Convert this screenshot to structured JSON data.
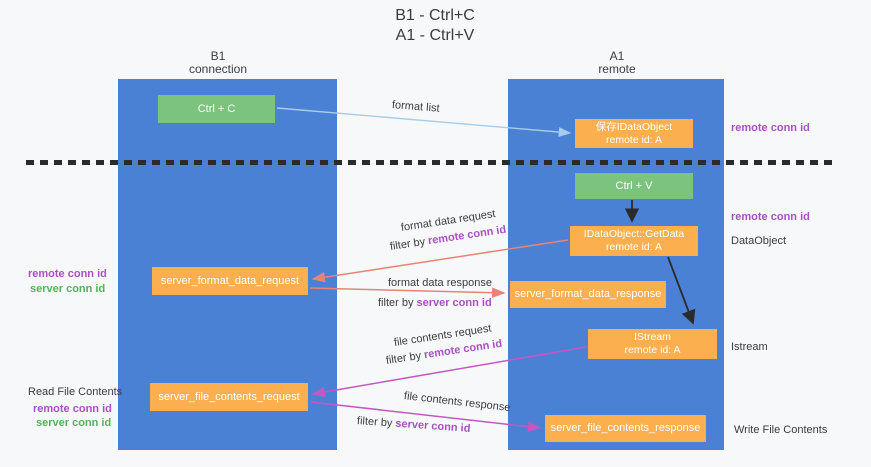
{
  "title": {
    "line1": "B1 - Ctrl+C",
    "line2": "A1 - Ctrl+V"
  },
  "lanes": {
    "left_name": "B1",
    "left_role": "connection",
    "right_name": "A1",
    "right_role": "remote"
  },
  "boxes": {
    "ctrl_c": "Ctrl + C",
    "ctrl_v": "Ctrl + V",
    "save_obj_l1": "保存IDataObject",
    "save_obj_l2": "remote id: A",
    "getdata_l1": "IDataObject::GetData",
    "getdata_l2": "remote id: A",
    "istream_l1": "IStream",
    "istream_l2": "remote id: A",
    "format_request": "server_format_data_request",
    "format_response": "server_format_data_response",
    "file_request": "server_file_contents_request",
    "file_response": "server_file_contents_response"
  },
  "labels": {
    "format_list": "format list",
    "format_data_request": "format data request",
    "format_data_response": "format data response",
    "file_contents_request": "file contents request",
    "file_contents_response": "file contents response",
    "filter_by": "filter by",
    "remote_conn_id": "remote conn id",
    "server_conn_id": "server conn id",
    "dataobject": "DataObject",
    "istream": "Istream",
    "read_file_contents": "Read File Contents",
    "write_file_contents": "Write File Contents"
  },
  "colors": {
    "lane_blue": "#4b81d5",
    "box_green": "#7cc47e",
    "box_orange": "#fbaf4f",
    "arrow_light_blue": "#a6cdeb",
    "arrow_salmon": "#e88376",
    "arrow_magenta": "#c457c4",
    "arrow_black": "#2b2b2b",
    "text_purple": "#aa4fc4",
    "text_green": "#56b259",
    "text_dark": "#3c3c3c",
    "background": "#f7f8f9"
  }
}
